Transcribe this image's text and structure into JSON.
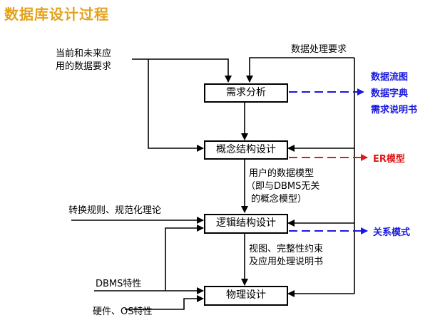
{
  "title": "数据库设计过程",
  "boxes": {
    "requirements": "需求分析",
    "conceptual": "概念结构设计",
    "logical": "逻辑结构设计",
    "physical": "物理设计"
  },
  "inputs": {
    "current_future_1": "当前和未来应",
    "current_future_2": "用的数据要求",
    "data_processing": "数据处理要求",
    "rules": "转换规则、规范化理论",
    "dbms": "DBMS特性",
    "hardware": "硬件、OS特性"
  },
  "outputs": {
    "dataflow": "数据流图",
    "dictionary": "数据字典",
    "spec": "需求说明书",
    "er": "ER模型",
    "relational": "关系模式"
  },
  "notes": {
    "user_model_1": "用户的数据模型",
    "user_model_2": "（即与DBMS无关",
    "user_model_3": "的概念模型）",
    "views_1": "视图、完整性约束",
    "views_2": "及应用处理说明书"
  },
  "colors": {
    "title": "#e3a21a",
    "blue": "#1818e0",
    "red": "#e01818"
  }
}
